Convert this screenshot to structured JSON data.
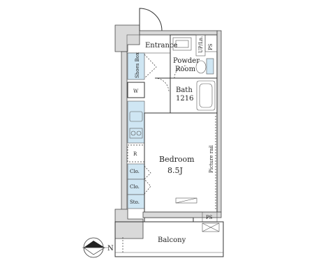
{
  "rooms": {
    "entrance": "Entrance",
    "up_ln": "UP/Ln.",
    "ps_top": "PS",
    "powder_room_line1": "Powder",
    "powder_room_line2": "Room",
    "shoes_box": "Shoes Box",
    "w": "W",
    "bath": "Bath",
    "bath_size": "1216",
    "r": "R",
    "bedroom": "Bedroom",
    "bedroom_size": "8.5J",
    "picture_rail": "Picture rail",
    "clo_1": "Clo.",
    "clo_2": "Clo.",
    "sto": "Sto.",
    "ps_bottom": "PS",
    "balcony": "Balcony"
  },
  "compass": {
    "north": "N"
  },
  "colors": {
    "storage_fill": "#cfe6f3",
    "wall_fill": "#d9d9d9"
  }
}
